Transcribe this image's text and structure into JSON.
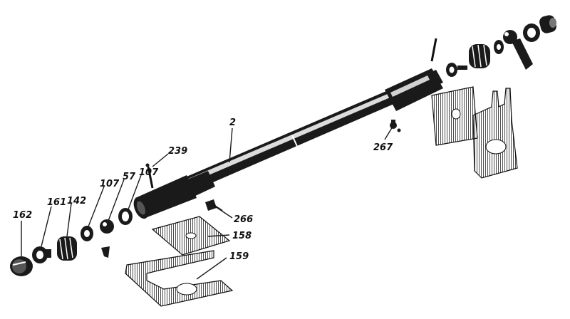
{
  "labels": {
    "l2": "2",
    "l239": "239",
    "l267": "267",
    "l107a": "107",
    "l57": "57",
    "l107b": "107",
    "l266": "266",
    "l158": "158",
    "l159": "159",
    "l162": "162",
    "l161": "161",
    "l142": "142"
  }
}
